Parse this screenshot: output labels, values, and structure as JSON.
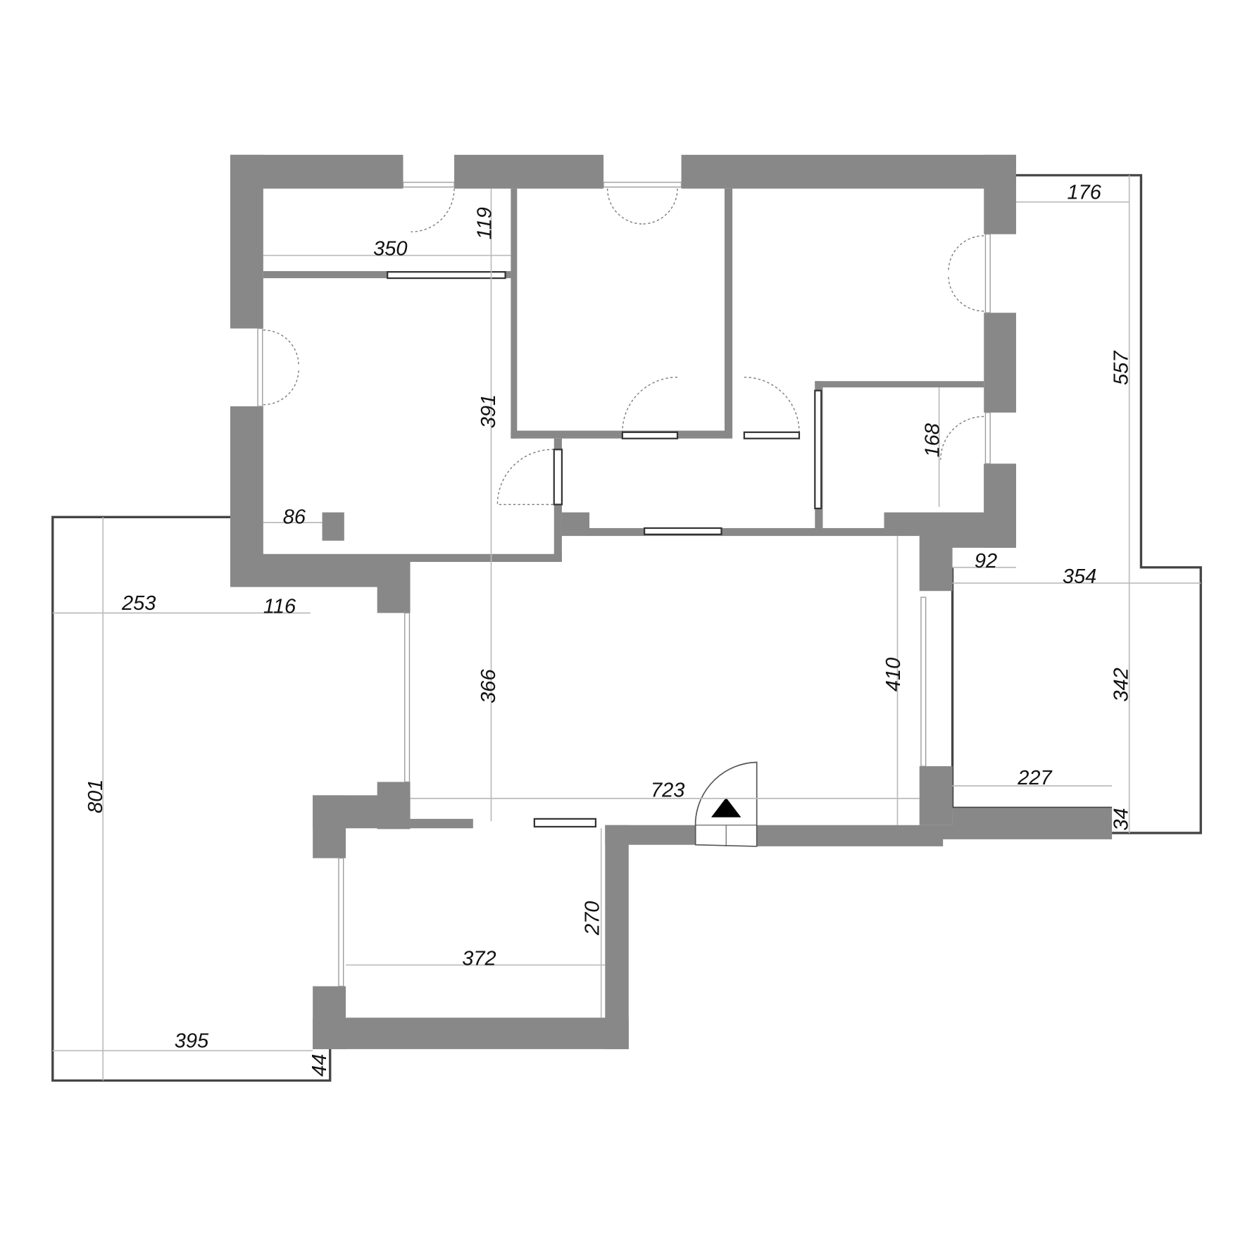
{
  "dimensions": [
    "176",
    "119",
    "350",
    "557",
    "391",
    "168",
    "86",
    "92",
    "354",
    "253",
    "116",
    "366",
    "410",
    "342",
    "723",
    "227",
    "34",
    "801",
    "270",
    "372",
    "395",
    "44"
  ],
  "colors": {
    "wall": "#888888",
    "outline": "#444444",
    "dimension": "#bbbbbb"
  },
  "entrance_icon": "triangle-up"
}
